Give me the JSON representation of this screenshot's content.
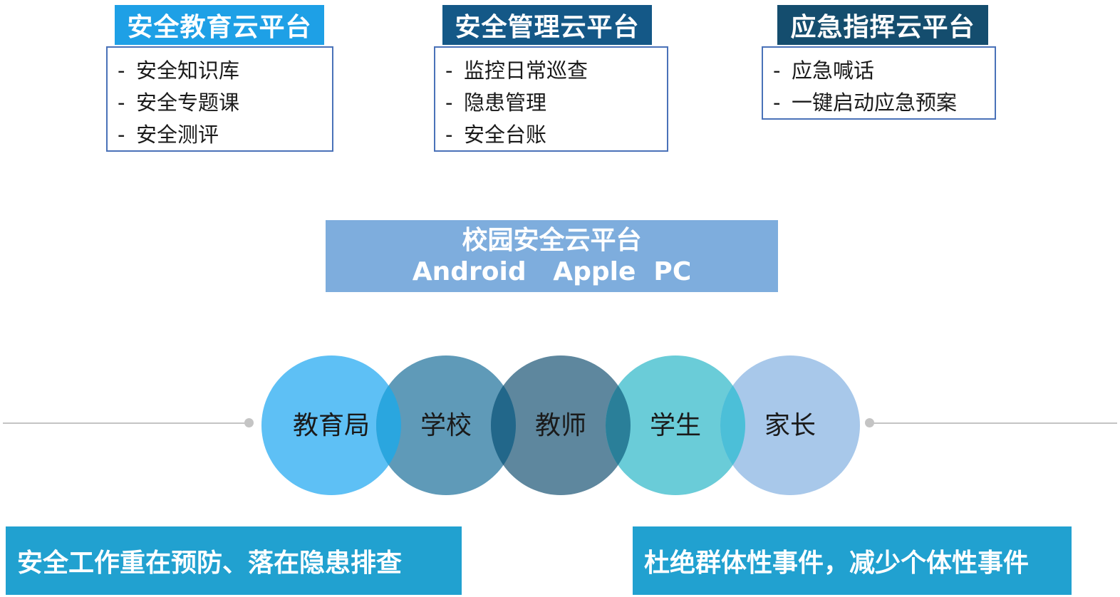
{
  "platforms": [
    {
      "title": "安全教育云平台",
      "color": "#1ea0e6",
      "items": [
        "安全知识库",
        "安全专题课",
        "安全测评"
      ]
    },
    {
      "title": "安全管理云平台",
      "color": "#145887",
      "items": [
        "监控日常巡查",
        "隐患管理",
        "安全台账"
      ]
    },
    {
      "title": "应急指挥云平台",
      "color": "#144d6e",
      "items": [
        "应急喊话",
        "一键启动应急预案"
      ]
    }
  ],
  "list_dash": "-",
  "center": {
    "title": "校园安全云平台",
    "subtitle": "Android   Apple  PC",
    "color": "#7eaddd"
  },
  "roles": [
    {
      "label": "教育局",
      "color": "#5ec0f5"
    },
    {
      "label": "学校",
      "color": "#5f9ab8"
    },
    {
      "label": "教师",
      "color": "#5e879e"
    },
    {
      "label": "学生",
      "color": "#6accd8"
    },
    {
      "label": "家长",
      "color": "#a8c8ea"
    }
  ],
  "overlap_colors": [
    "#2aa6df",
    "#22678a",
    "#2a7f99",
    "#4cbfd8"
  ],
  "slogans": {
    "left": "安全工作重在预防、落在隐患排查",
    "right": "杜绝群体性事件，减少个体性事件",
    "color": "#21a1d0"
  }
}
